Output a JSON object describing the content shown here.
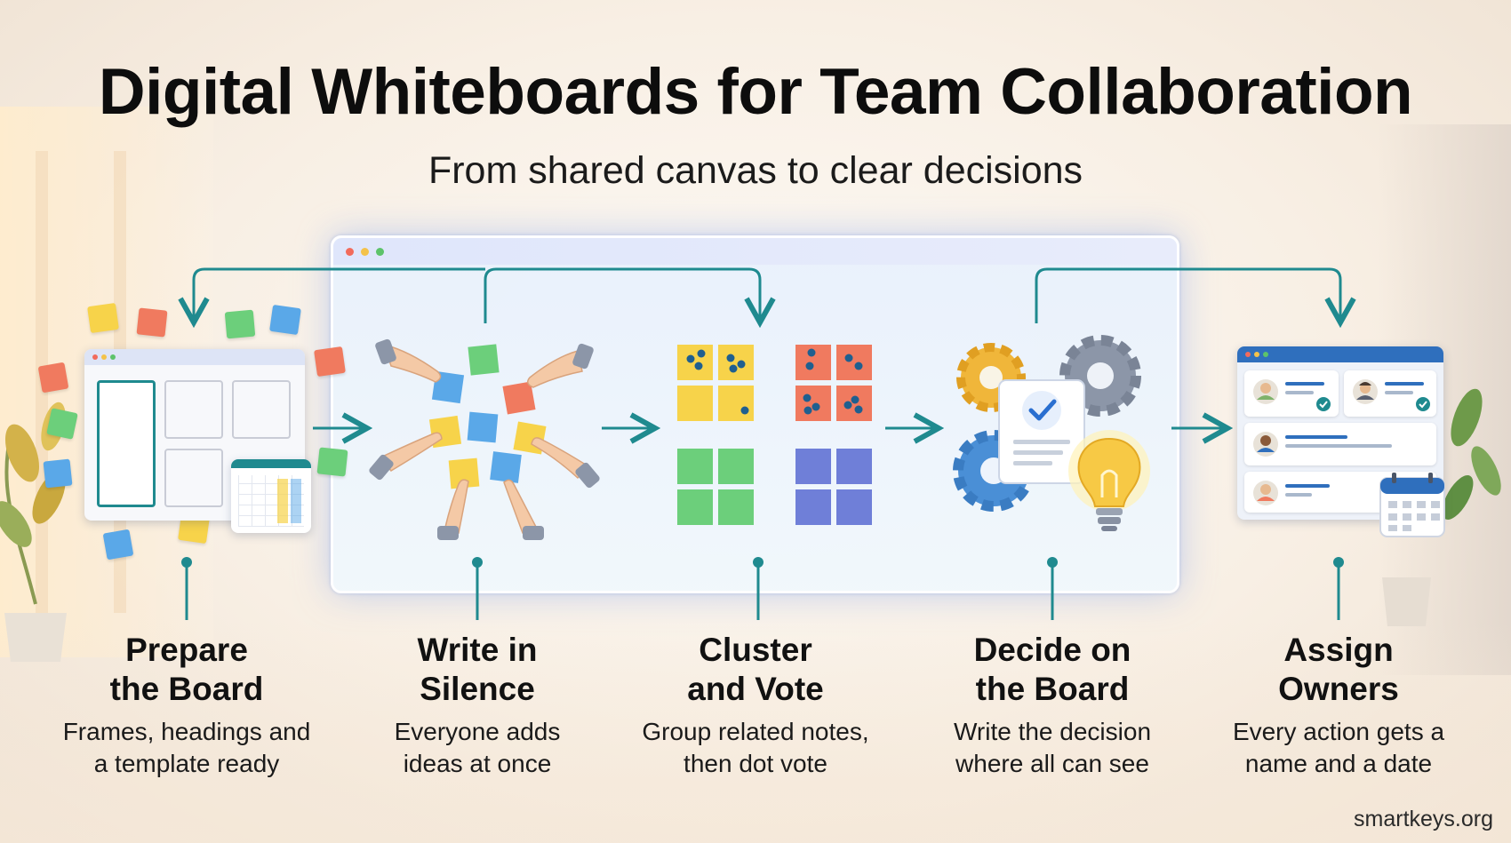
{
  "title": "Digital Whiteboards for Team Collaboration",
  "subtitle": "From shared canvas to clear decisions",
  "steps": [
    {
      "title": "Prepare\nthe Board",
      "description": "Frames, headings and\na template ready",
      "icon": "board-template-icon"
    },
    {
      "title": "Write in\nSilence",
      "description": "Everyone adds\nideas at once",
      "icon": "hands-placing-notes-icon"
    },
    {
      "title": "Cluster\nand Vote",
      "description": "Group related notes,\nthen dot vote",
      "icon": "clustered-notes-icon"
    },
    {
      "title": "Decide on\nthe Board",
      "description": "Write the decision\nwhere all can see",
      "icon": "gears-lightbulb-icon"
    },
    {
      "title": "Assign\nOwners",
      "description": "Every action gets a\nname and a date",
      "icon": "owners-calendar-icon"
    }
  ],
  "brand": "smartkeys.org",
  "colors": {
    "accent": "#1f8a8f",
    "note_yellow": "#f7d34a",
    "note_red": "#f07a5f",
    "note_green": "#6ccf7b",
    "note_blue": "#5aa8e8",
    "note_purple": "#6f7fd8",
    "window_red": "#f26b5b",
    "window_yellow": "#f4c24a",
    "window_green": "#5dc36a"
  }
}
